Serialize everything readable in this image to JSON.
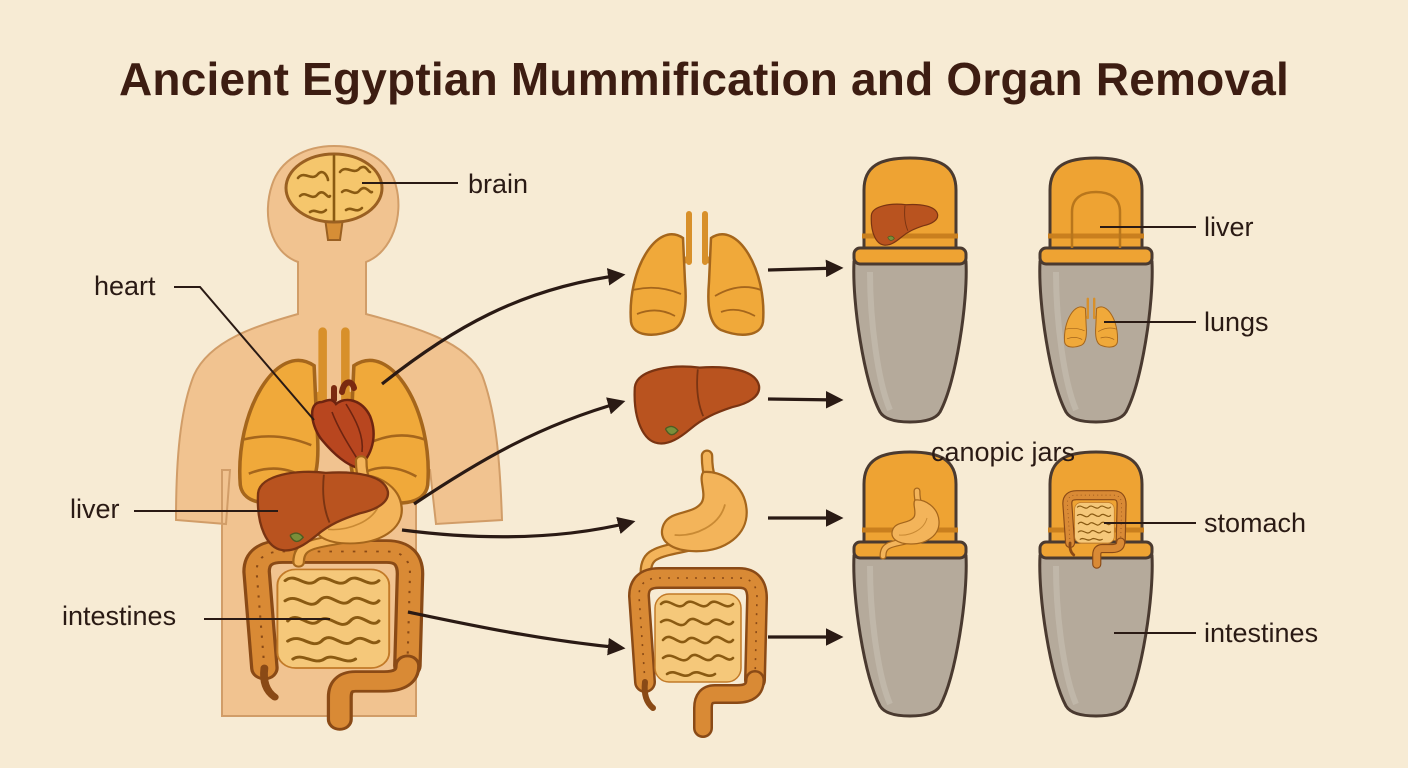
{
  "title": "Ancient Egyptian Mummification and Organ Removal",
  "labels": {
    "brain": "brain",
    "heart": "heart",
    "liver_body": "liver",
    "intestines_body": "intestines",
    "canopic_jars": "canopic jars",
    "jar_liver": "liver",
    "jar_lungs": "lungs",
    "jar_stomach": "stomach",
    "jar_intestines": "intestines"
  },
  "colors": {
    "background": "#f7ebd4",
    "title": "#3d1d12",
    "skin": "#f1c390",
    "lung": "#f0a93a",
    "liver": "#b9531f",
    "stomach": "#f3b45a",
    "intestine": "#d98a35",
    "jar_body": "#b5aa9b",
    "jar_lid": "#eea333"
  }
}
